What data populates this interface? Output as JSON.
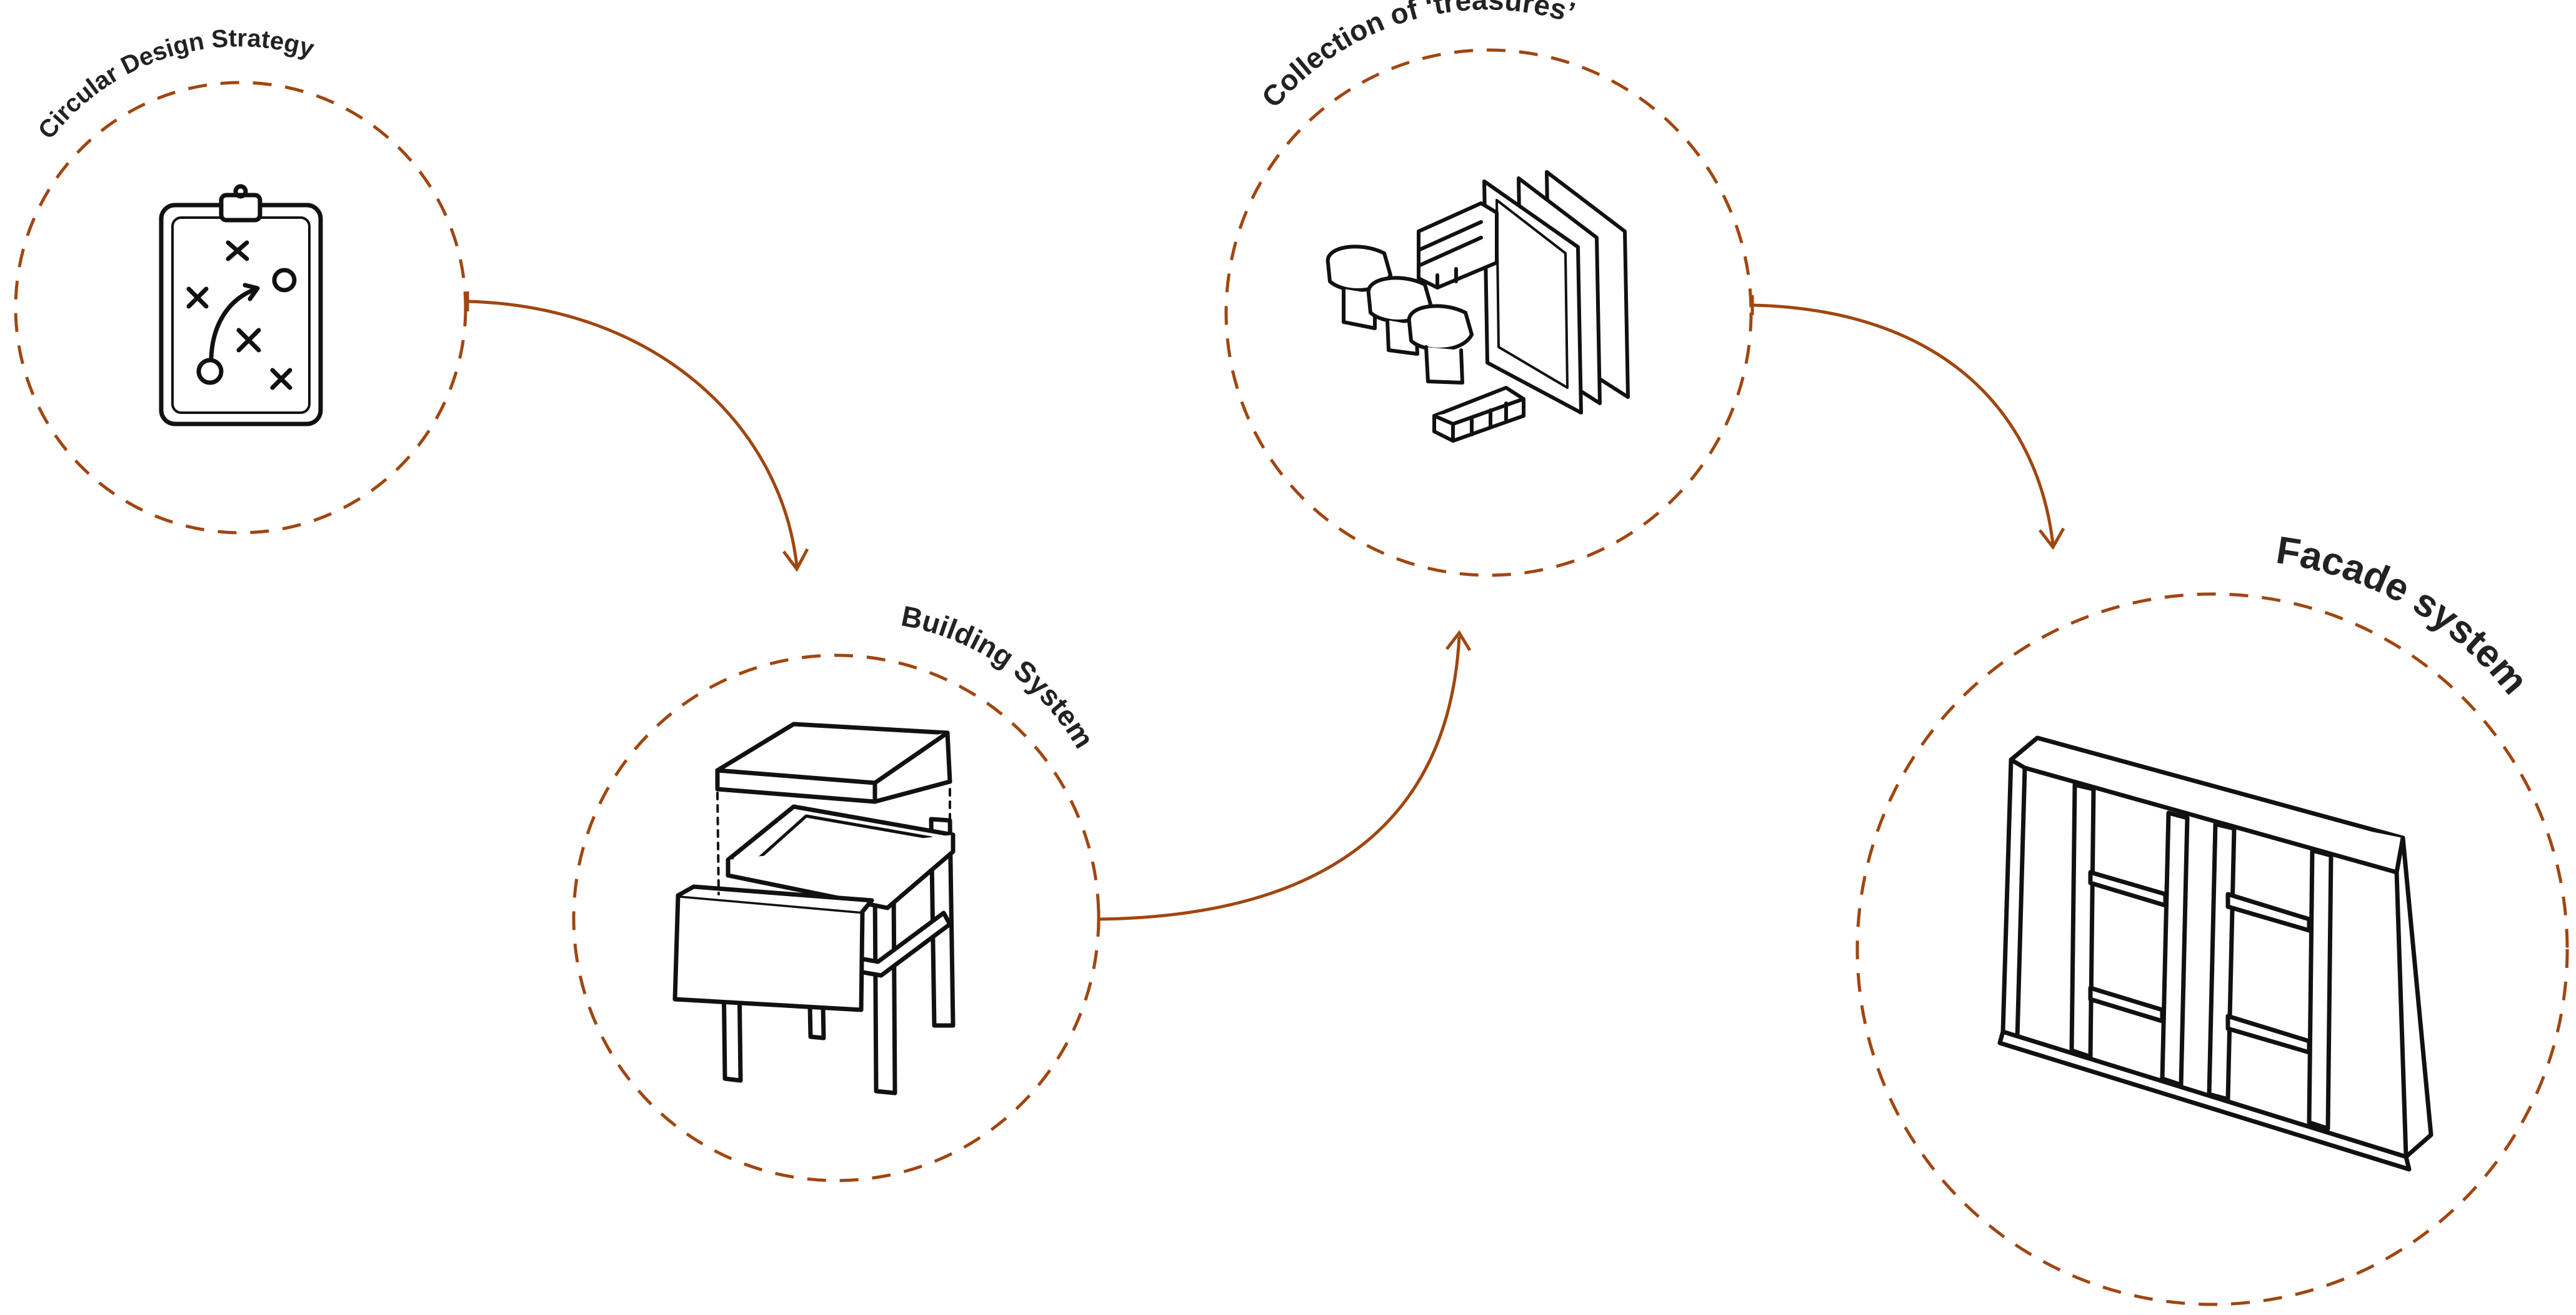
{
  "theme": {
    "accent": "#a0460f",
    "ink": "#111111",
    "label": "#222222"
  },
  "nodes": [
    {
      "id": "circular-design-strategy",
      "label": "Circular Design Strategy",
      "icon": "clipboard-strategy-icon"
    },
    {
      "id": "building-system",
      "label": "Building System",
      "icon": "table-structure-icon"
    },
    {
      "id": "collection-of-treasures",
      "label": "Collection of ‘treasures’",
      "icon": "salvaged-materials-icon"
    },
    {
      "id": "facade-system",
      "label": "Facade system",
      "icon": "facade-panel-icon"
    }
  ],
  "connections": [
    {
      "from": "circular-design-strategy",
      "to": "building-system"
    },
    {
      "from": "building-system",
      "to": "collection-of-treasures"
    },
    {
      "from": "collection-of-treasures",
      "to": "facade-system"
    }
  ]
}
